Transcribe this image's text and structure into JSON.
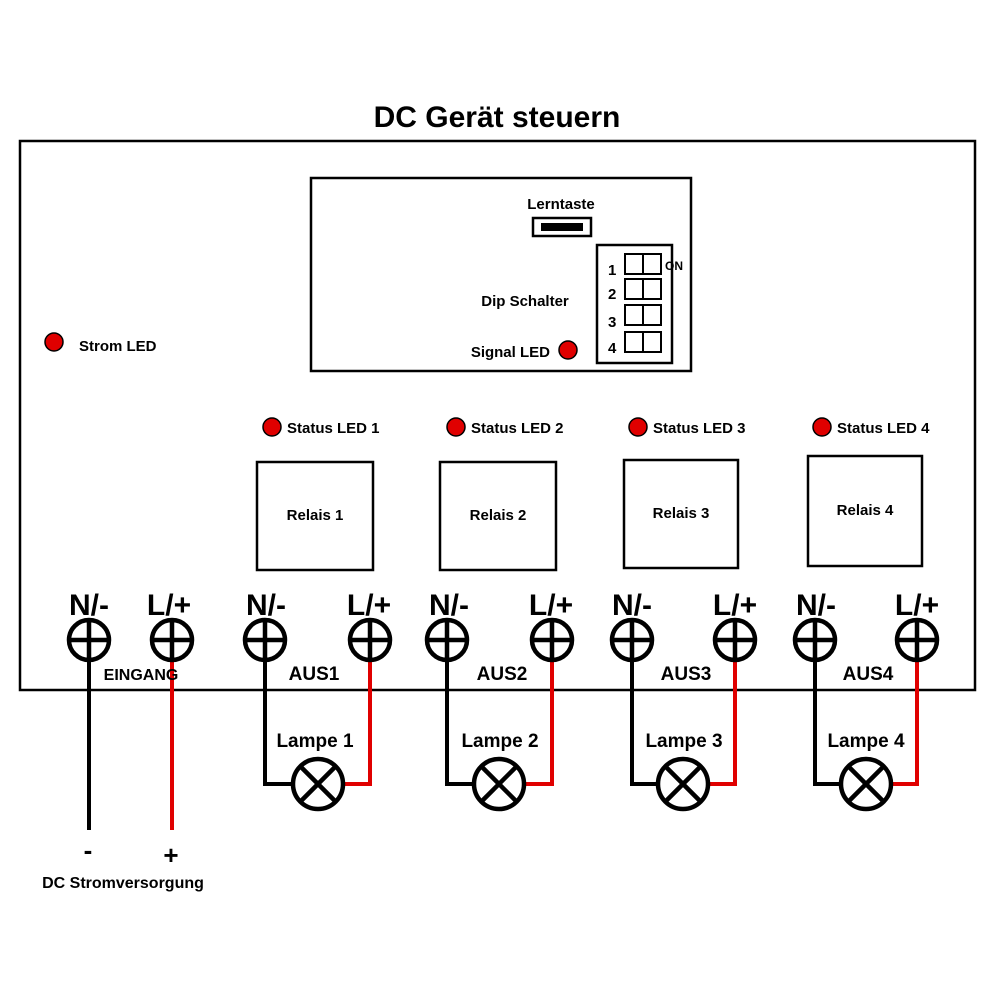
{
  "title": "DC Gerät steuern",
  "receiver": {
    "learn_button_label": "Lerntaste",
    "dip_label": "Dip Schalter",
    "dip_on_label": "ON",
    "dip_numbers": [
      "1",
      "2",
      "3",
      "4"
    ],
    "signal_led_label": "Signal LED"
  },
  "power_led_label": "Strom LED",
  "status_leds": [
    "Status LED 1",
    "Status LED 2",
    "Status LED 3",
    "Status LED 4"
  ],
  "relays": [
    "Relais 1",
    "Relais 2",
    "Relais 3",
    "Relais 4"
  ],
  "terminal_neg_label": "N/-",
  "terminal_pos_label": "L/+",
  "input_label": "EINGANG",
  "outputs": [
    "AUS1",
    "AUS2",
    "AUS3",
    "AUS4"
  ],
  "lamps": [
    "Lampe 1",
    "Lampe 2",
    "Lampe 3",
    "Lampe 4"
  ],
  "power_supply": {
    "minus": "-",
    "plus": "+",
    "label": "DC Stromversorgung"
  },
  "colors": {
    "led": "#e00000",
    "positive_wire": "#e00000",
    "negative_wire": "#000000"
  }
}
